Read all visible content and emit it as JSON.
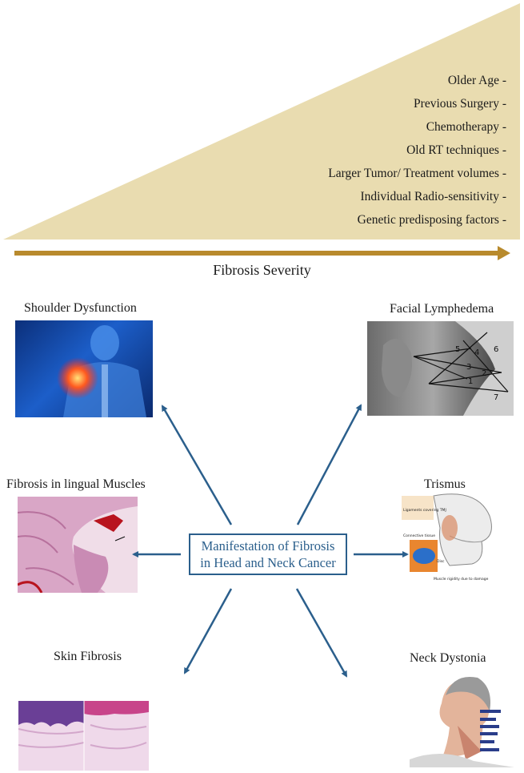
{
  "factors": [
    "Older Age -",
    "Previous Surgery -",
    "Chemotherapy -",
    "Old RT techniques -",
    "Larger Tumor/ Treatment volumes -",
    "Individual Radio-sensitivity -",
    "Genetic predisposing factors -"
  ],
  "severity_label": "Fibrosis Severity",
  "center": {
    "line1": "Manifestation of Fibrosis",
    "line2": "in Head and Neck Cancer"
  },
  "manifestations": {
    "shoulder": "Shoulder Dysfunction",
    "facial": "Facial Lymphedema",
    "lingual": "Fibrosis in lingual Muscles",
    "trismus": "Trismus",
    "skin": "Skin Fibrosis",
    "neck": "Neck Dystonia"
  },
  "facial_numbers": [
    "1",
    "2",
    "3",
    "4",
    "5",
    "6",
    "7"
  ],
  "trismus_labels": [
    "Ligaments covering TMJ",
    "Connective tissue",
    "Disc",
    "Muscle rigidity due to damage"
  ],
  "colors": {
    "triangle": "#e9dcb0",
    "severity_arrow": "#b88a2d",
    "arrows": "#2b5f8c"
  }
}
